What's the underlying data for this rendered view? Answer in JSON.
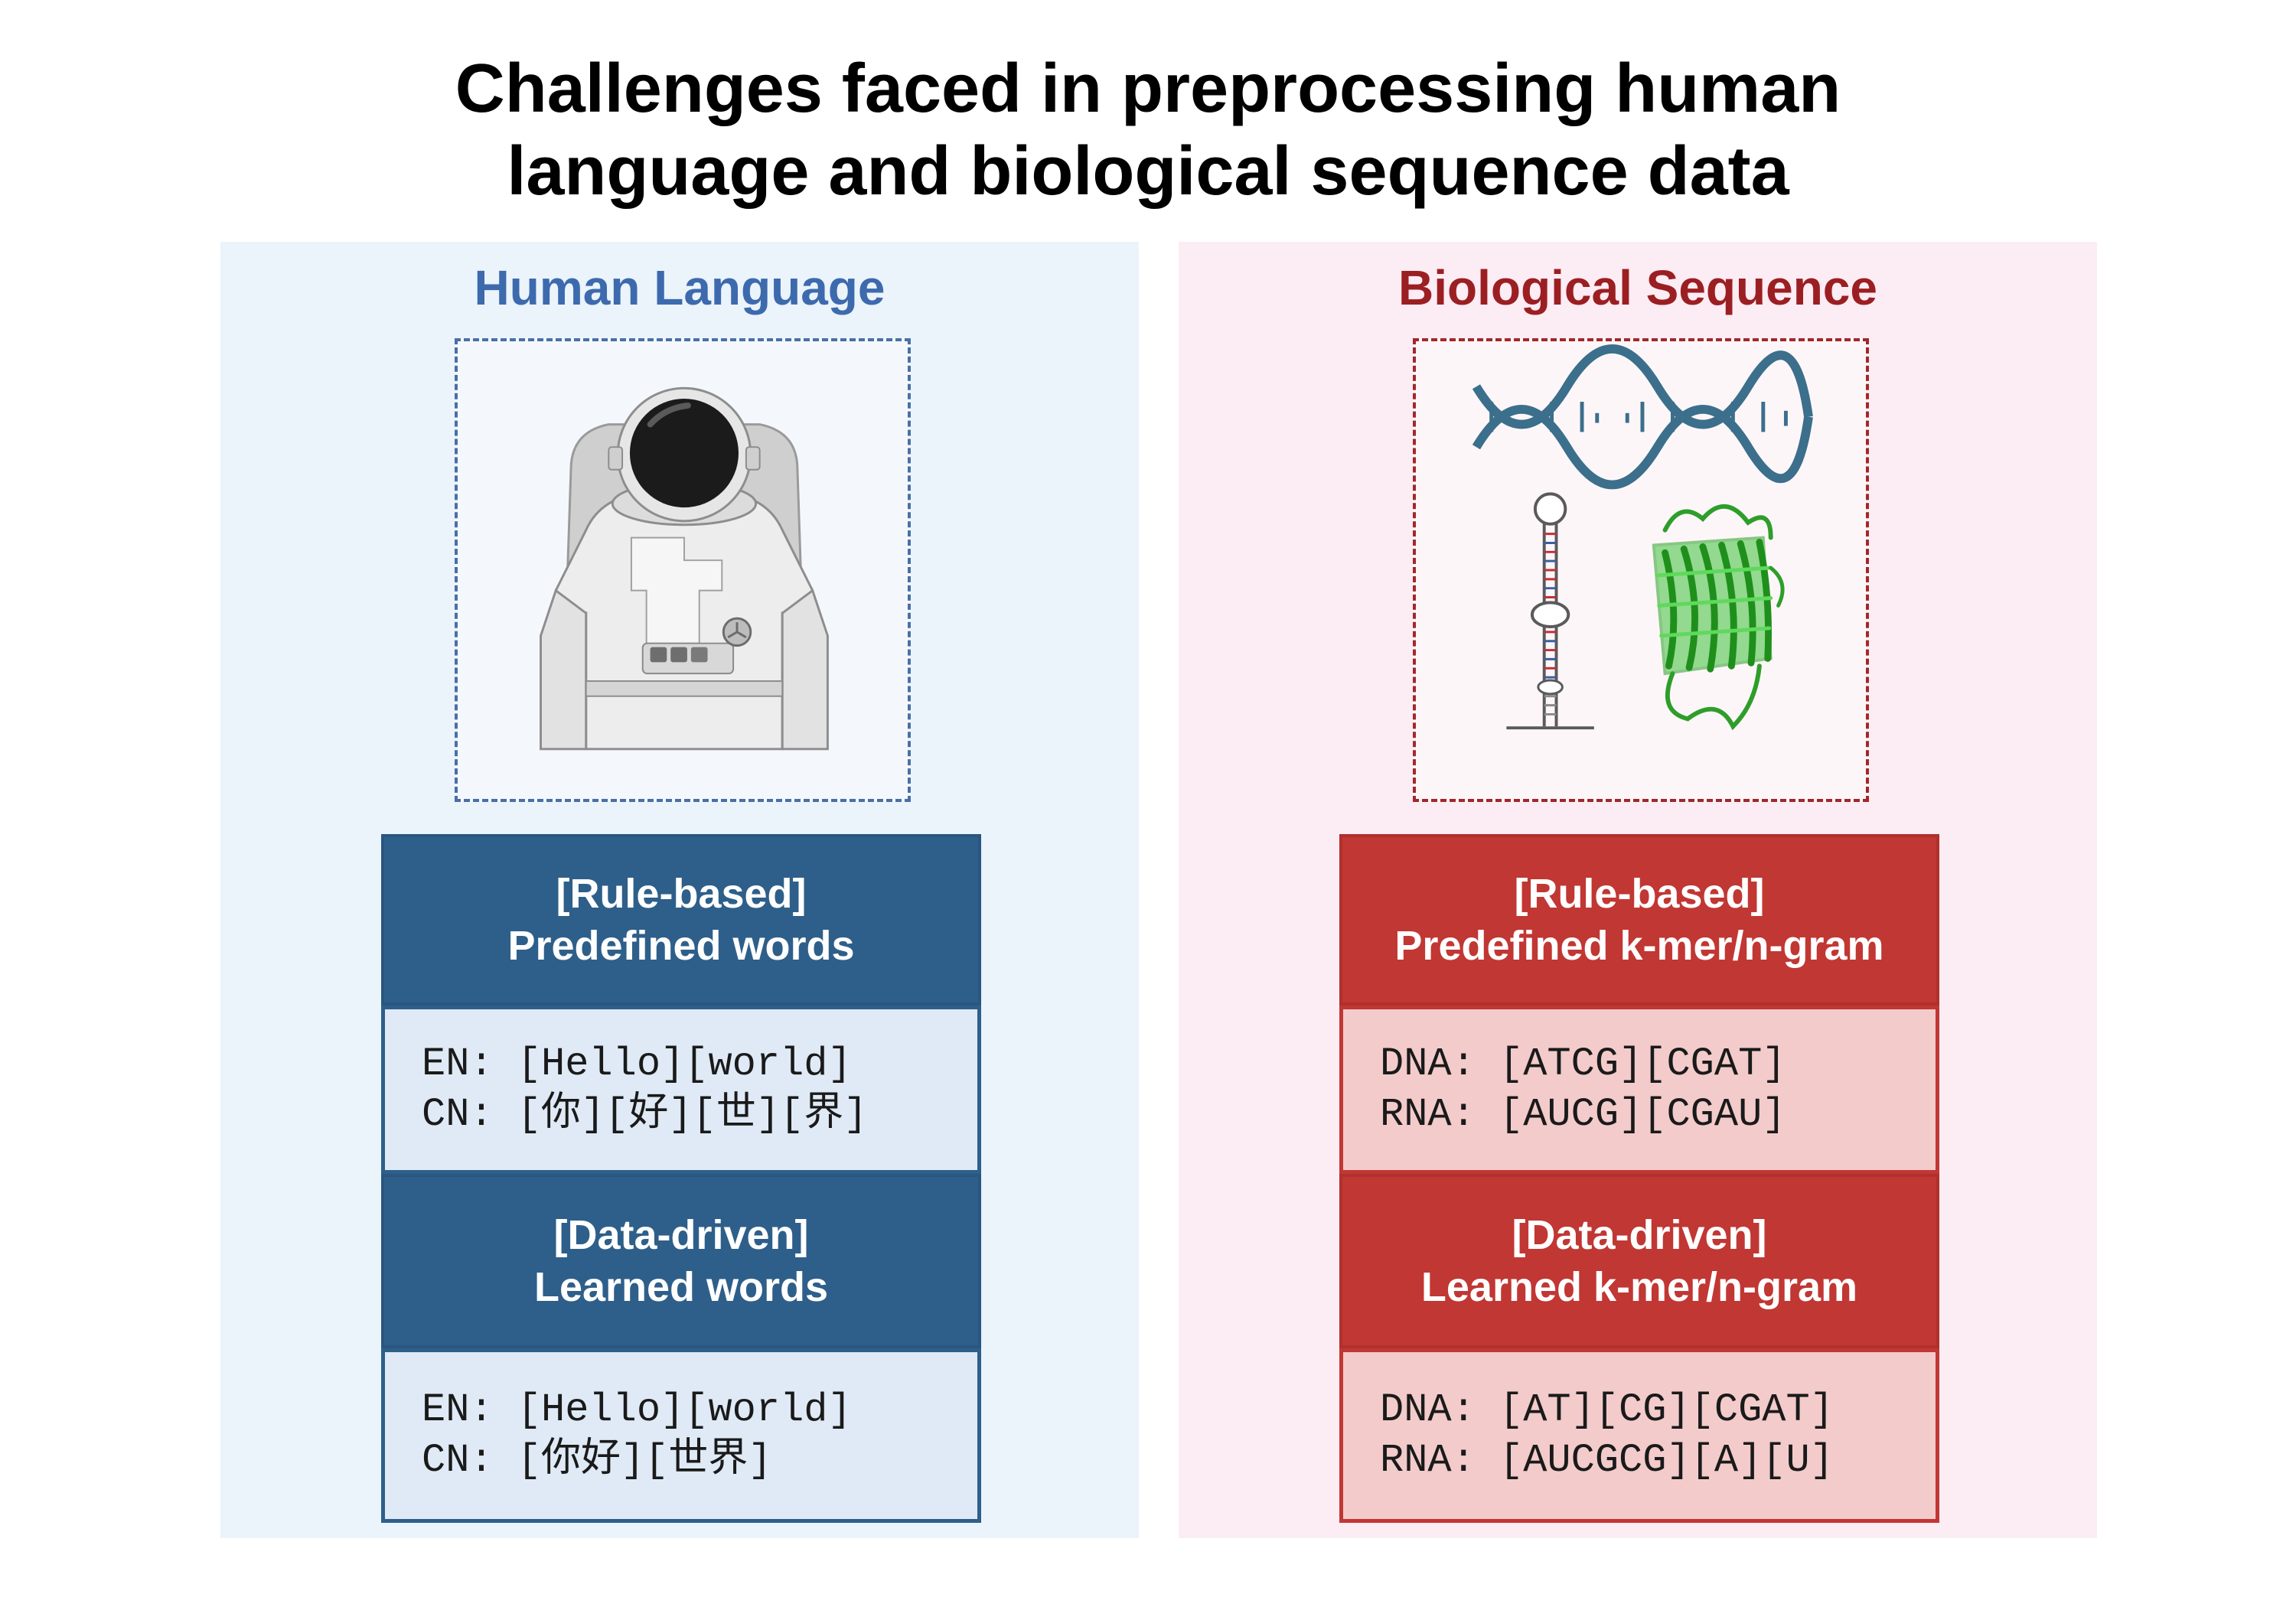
{
  "title": {
    "line1": "Challenges faced in preprocessing human",
    "line2": "language and biological sequence data"
  },
  "panels": {
    "human": {
      "heading": "Human Language",
      "rule_based": {
        "tag": "[Rule-based]",
        "label": "Predefined words",
        "examples": [
          "EN: [Hello][world]",
          "CN: [你][好][世][界]"
        ]
      },
      "data_driven": {
        "tag": "[Data-driven]",
        "label": "Learned words",
        "examples": [
          "EN: [Hello][world]",
          "CN: [你好][世界]"
        ]
      },
      "icon": "astronaut-icon"
    },
    "bio": {
      "heading": "Biological Sequence",
      "rule_based": {
        "tag": "[Rule-based]",
        "label": "Predefined k-mer/n-gram",
        "examples": [
          "DNA: [ATCG][CGAT]",
          "RNA: [AUCG][CGAU]"
        ]
      },
      "data_driven": {
        "tag": "[Data-driven]",
        "label": "Learned k-mer/n-gram",
        "examples": [
          "DNA: [AT][CG][CGAT]",
          "RNA: [AUCGCG][A][U]"
        ]
      },
      "icons": [
        "dna-helix-icon",
        "rna-hairpin-icon",
        "protein-structure-icon"
      ]
    }
  },
  "colors": {
    "human_accent": "#2e5f8a",
    "human_heading": "#3d6aad",
    "bio_accent": "#c13733",
    "bio_heading": "#9b1f22"
  }
}
